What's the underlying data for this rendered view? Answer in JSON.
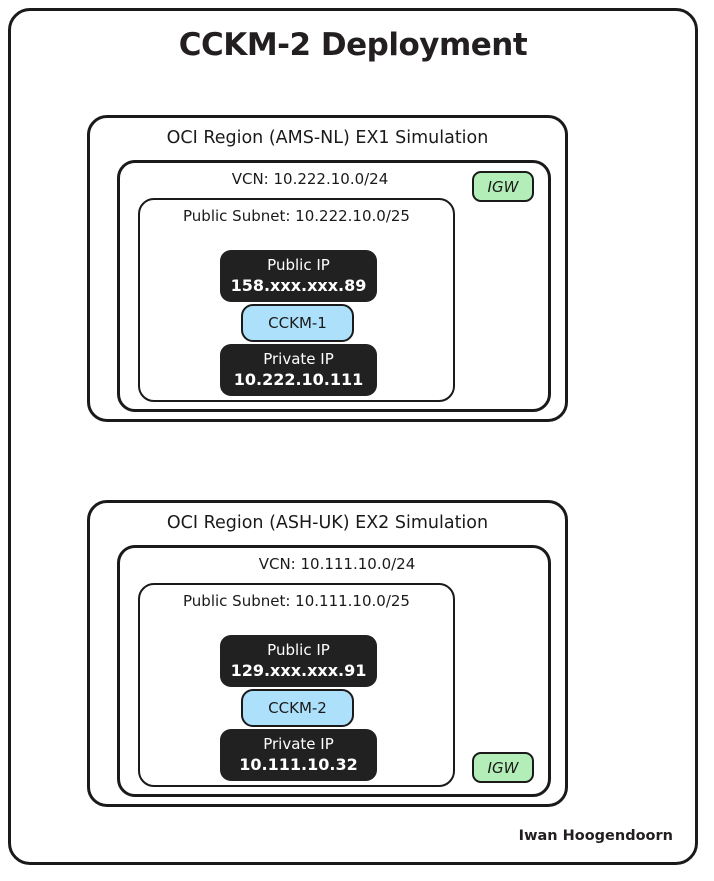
{
  "title": "CCKM-2 Deployment",
  "signature": "Iwan Hoogendoorn",
  "colors": {
    "stroke": "#1a1a1a",
    "dark_box": "#212121",
    "instance_blue": "#ace0fb",
    "gateway_green": "#b3edb8",
    "background": "#ffffff"
  },
  "regions": [
    {
      "label": "OCI Region (AMS-NL) EX1 Simulation",
      "vcn_label": "VCN: 10.222.10.0/24",
      "subnet_label": "Public Subnet: 10.222.10.0/25",
      "gateway_label": "IGW",
      "public_ip_title": "Public IP",
      "public_ip_value": "158.xxx.xxx.89",
      "instance_label": "CCKM-1",
      "private_ip_title": "Private IP",
      "private_ip_value": "10.222.10.111"
    },
    {
      "label": "OCI Region (ASH-UK) EX2 Simulation",
      "vcn_label": "VCN: 10.111.10.0/24",
      "subnet_label": "Public Subnet: 10.111.10.0/25",
      "gateway_label": "IGW",
      "public_ip_title": "Public IP",
      "public_ip_value": "129.xxx.xxx.91",
      "instance_label": "CCKM-2",
      "private_ip_title": "Private IP",
      "private_ip_value": "10.111.10.32"
    }
  ]
}
